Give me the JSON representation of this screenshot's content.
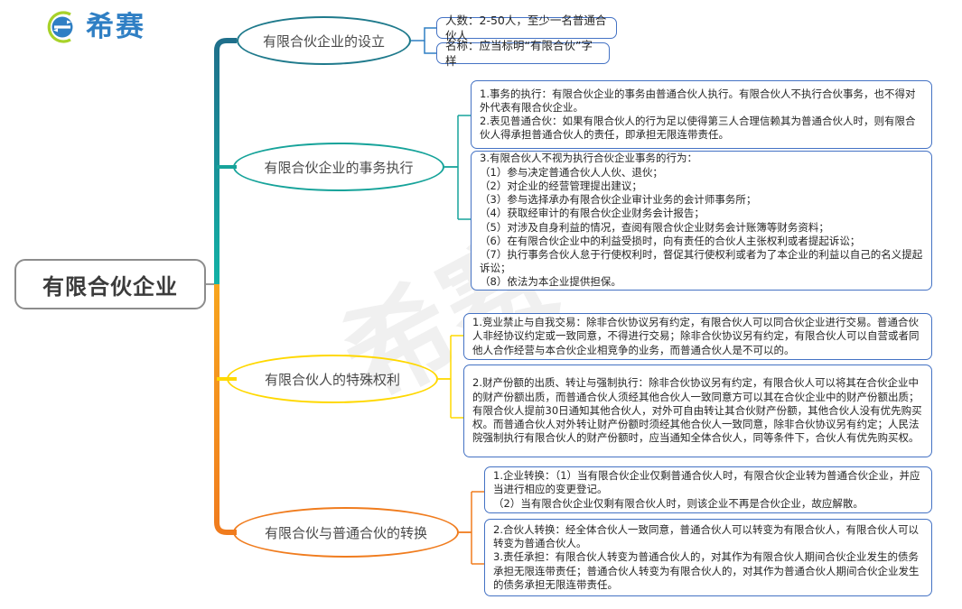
{
  "logo": {
    "text": "希赛",
    "icon": "sai-circle-logo-icon",
    "color": "#2f7fc4"
  },
  "watermark": {
    "text": "希赛"
  },
  "center": {
    "label": "有限合伙企业",
    "border_color": "#8c8c8c"
  },
  "trunk": {
    "color_top": "#1f6f8b",
    "color_mid": "#12b2a6",
    "color_bottom": "#f7941e"
  },
  "branches": [
    {
      "id": "establishment",
      "label": "有限合伙企业的设立",
      "color": "#1f7a8c",
      "leaves": [
        {
          "id": "member-count",
          "lines": [
            "人数：2-50人，至少一名普通合伙人"
          ]
        },
        {
          "id": "name-rule",
          "lines": [
            "名称：应当标明“有限合伙”字样"
          ]
        }
      ]
    },
    {
      "id": "affairs-execution",
      "label": "有限合伙企业的事务执行",
      "color": "#16a39a",
      "leaves": [
        {
          "id": "execution-rules",
          "lines": [
            "1.事务的执行：有限合伙企业的事务由普通合伙人执行。有限合伙人不执行合伙事务，也不得对外代表有限合伙企业。",
            "2.表见普通合伙：如果有限合伙人的行为足以使得第三人合理信赖其为普通合伙人时，则有限合伙人得承担普通合伙人的责任，即承担无限连带责任。"
          ]
        },
        {
          "id": "non-execution-acts",
          "lines": [
            "3.有限合伙人不视为执行合伙企业事务的行为：",
            "（1）参与决定普通合伙人人伙、退伙；",
            "（2）对企业的经营管理提出建议；",
            "（3）参与选择承办有限合伙企业审计业务的会计师事务所；",
            "（4）获取经审计的有限合伙企业财务会计报告；",
            "（5）对涉及自身利益的情况，查阅有限合伙企业财务会计账簿等财务资料；",
            "（6）在有限合伙企业中的利益受损时，向有责任的合伙人主张权利或者提起诉讼；",
            "（7）执行事务合伙人怠于行使权利时，督促其行使权利或者为了本企业的利益以自己的名义提起诉讼；",
            "（8）依法为本企业提供担保。"
          ]
        }
      ]
    },
    {
      "id": "special-rights",
      "label": "有限合伙人的特殊权利",
      "color": "#ffd800",
      "leaves": [
        {
          "id": "non-compete",
          "lines": [
            "1.竞业禁止与自我交易：除非合伙协议另有约定，有限合伙人可以同合伙企业进行交易。普通合伙人非经协议约定或一致同意，不得进行交易；除非合伙协议另有约定，有限合伙人可以自营或者同他人合作经营与本合伙企业相竞争的业务，而普通合伙人是不可以的。"
          ]
        },
        {
          "id": "property-share",
          "lines": [
            "2.财产份额的出质、转让与强制执行：除非合伙协议另有约定，有限合伙人可以将其在合伙企业中的财产份额出质，而普通合伙人须经其他合伙人一致同意方可以其在合伙企业中的财产份额出质；有限合伙人提前30日通知其他合伙人，对外可自由转让其合伙财产份额，其他合伙人没有优先购买权。而普通合伙人对外转让财产份额时须经其他合伙人一致同意，除非合伙协议另有约定；人民法院强制执行有限合伙人的财产份额时，应当通知全体合伙人，同等条件下，合伙人有优先购买权。"
          ]
        }
      ]
    },
    {
      "id": "conversion",
      "label": "有限合伙与普通合伙的转换",
      "color": "#f07c1e",
      "leaves": [
        {
          "id": "entity-conversion",
          "lines": [
            "1.企业转换：（1）当有限合伙企业仅剩普通合伙人时，有限合伙企业转为普通合伙企业，并应当进行相应的变更登记。",
            "（2）当有限合伙企业仅剩有限合伙人时，则该企业不再是合伙企业，故应解散。"
          ]
        },
        {
          "id": "partner-conversion",
          "lines": [
            "2.合伙人转换：经全体合伙人一致同意，普通合伙人可以转变为有限合伙人，有限合伙人可以转变为普通合伙人。",
            "3.责任承担：有限合伙人转变为普通合伙人的，对其作为有限合伙人期间合伙企业发生的债务承担无限连带责任；普通合伙人转变为有限合伙人的，对其作为普通合伙人期间合伙企业发生的债务承担无限连带责任。"
          ]
        }
      ]
    }
  ]
}
